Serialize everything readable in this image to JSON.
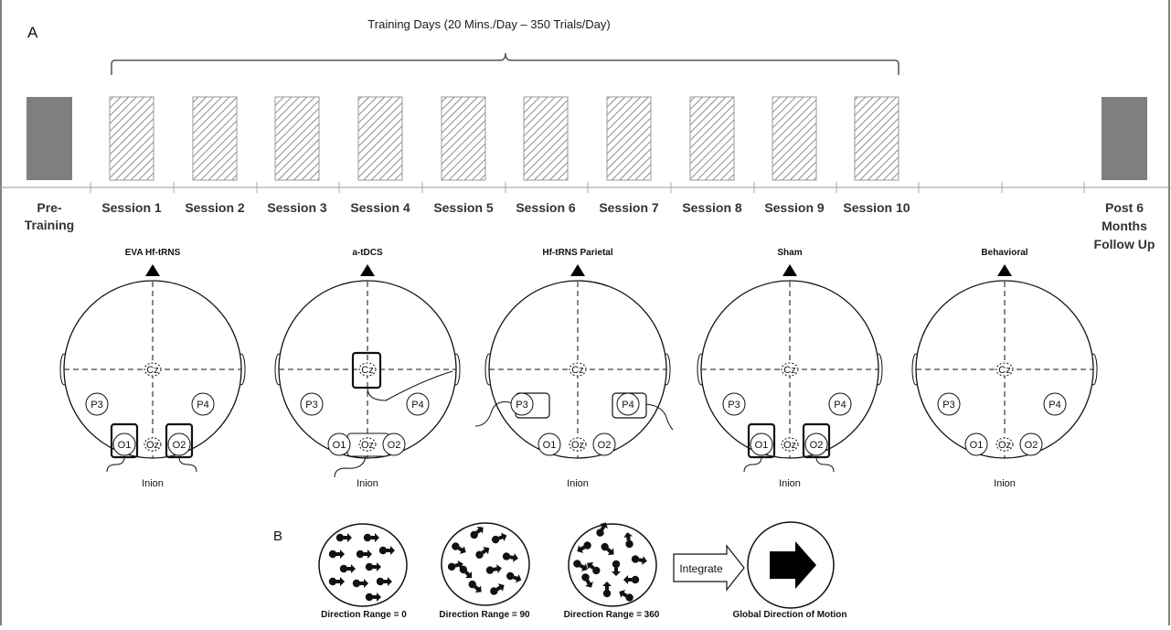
{
  "panel_a_label": "A",
  "panel_b_label": "B",
  "training_days_title": "Training Days (20 Mins./Day – 350 Trials/Day)",
  "timeline": {
    "pre": [
      "Pre-",
      "Training"
    ],
    "sessions": [
      "Session 1",
      "Session 2",
      "Session 3",
      "Session 4",
      "Session 5",
      "Session 6",
      "Session 7",
      "Session 8",
      "Session 9",
      "Session 10"
    ],
    "post": [
      "Post 6",
      "Months",
      "Follow Up"
    ]
  },
  "conditions": [
    "EVA Hf-tRNS",
    "a-tDCS",
    "Hf-tRNS  Parietal",
    "Sham",
    "Behavioral"
  ],
  "electrodes": {
    "cz": "Cz",
    "oz": "Oz",
    "p3": "P3",
    "p4": "P4",
    "o1": "O1",
    "o2": "O2"
  },
  "inion_label": "Inion",
  "motion": {
    "captions": [
      "Direction Range = 0",
      "Direction Range = 90",
      "Direction Range = 360"
    ],
    "integrate_label": "Integrate",
    "global_caption": "Global Direction of Motion"
  },
  "colors": {
    "solid_bar": "#7f7f7f",
    "hatch": "#8c8c8c",
    "ink": "#111111"
  }
}
